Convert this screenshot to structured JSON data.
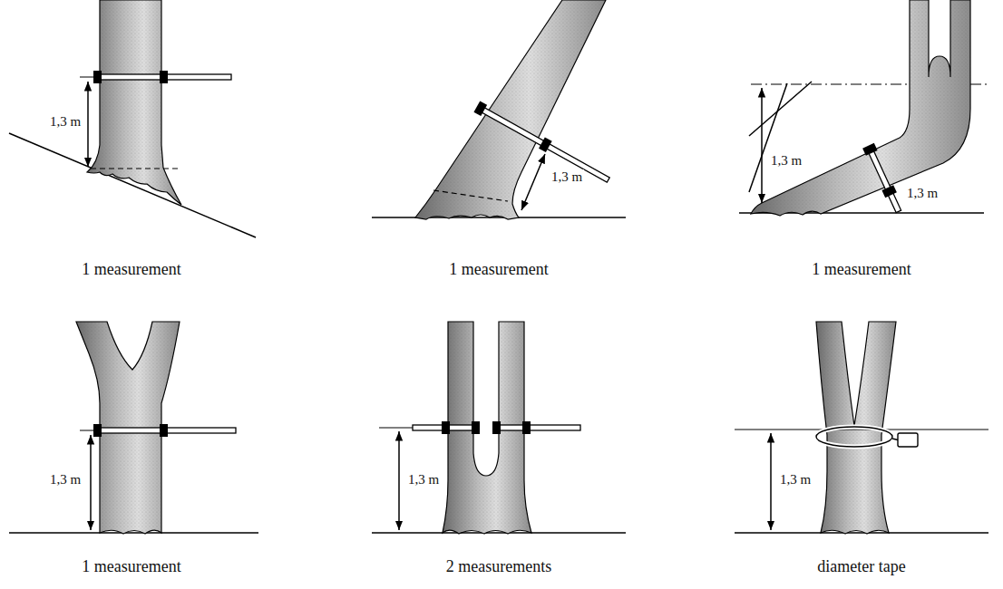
{
  "diagram": {
    "labels": [
      "1,3 m",
      "1 measurement",
      "1,3 m",
      "1 measurement",
      "1,3 m",
      "1,3 m",
      "1 measurement",
      "1,3 m",
      "1 measurement",
      "1,3 m",
      "2 measurements",
      "1,3 m",
      "diameter tape"
    ]
  }
}
